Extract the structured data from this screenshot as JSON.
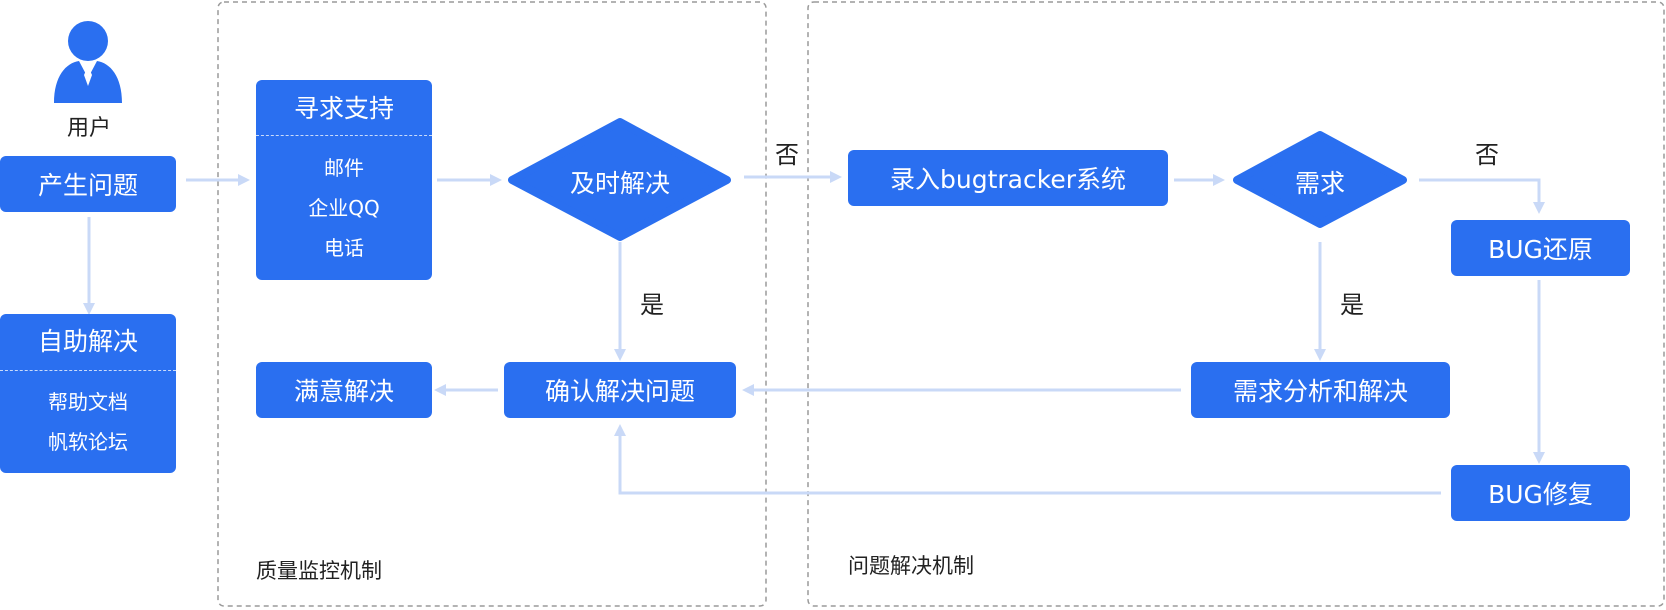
{
  "user": {
    "label": "用户"
  },
  "nodes": {
    "create_issue": "产生问题",
    "seek_support": {
      "title": "寻求支持",
      "items": [
        "邮件",
        "企业QQ",
        "电话"
      ]
    },
    "self_solve": {
      "title": "自助解决",
      "items": [
        "帮助文档",
        "帆软论坛"
      ]
    },
    "timely_resolve": "及时解决",
    "bugtracker": "录入bugtracker系统",
    "requirement": "需求",
    "bug_reproduce": "BUG还原",
    "requirement_analysis": "需求分析和解决",
    "confirm_resolve": "确认解决问题",
    "satisfied": "满意解决",
    "bug_fix": "BUG修复"
  },
  "edge_labels": {
    "no_timely": "否",
    "yes_timely": "是",
    "no_requirement": "否",
    "yes_requirement": "是"
  },
  "regions": {
    "quality": "质量监控机制",
    "resolution": "问题解决机制"
  },
  "colors": {
    "node_fill": "#2a6ff0",
    "arrow": "#c9d9f7",
    "region_border": "#9a9a9a"
  }
}
